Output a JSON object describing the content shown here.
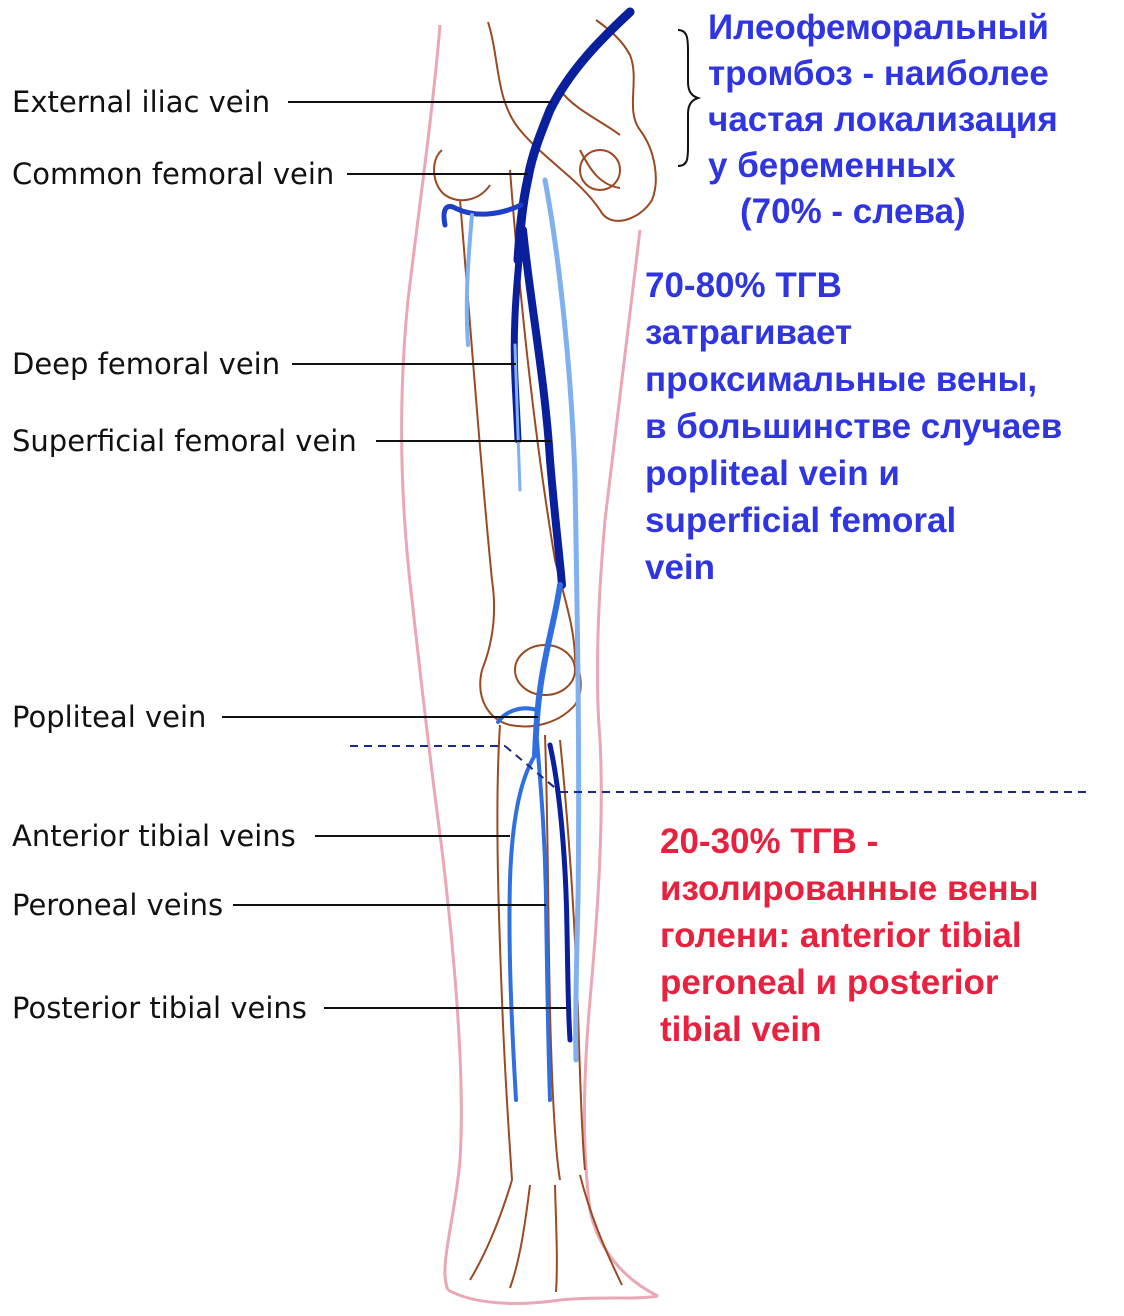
{
  "labels": {
    "external_iliac": "External iliac vein",
    "common_femoral": "Common femoral vein",
    "deep_femoral": "Deep femoral vein",
    "superficial_femoral": "Superficial femoral vein",
    "popliteal": "Popliteal vein",
    "anterior_tibial": "Anterior tibial veins",
    "peroneal": "Peroneal veins",
    "posterior_tibial": "Posterior tibial veins"
  },
  "notes": {
    "iliofemoral": {
      "lines": [
        "Илеофеморальный",
        "тромбоз - наиболее",
        "частая локализация",
        "у беременных",
        "(70% - слева)"
      ]
    },
    "proximal": {
      "lines": [
        "70-80% ТГВ",
        "затрагивает",
        "проксимальные вены,",
        "в большинстве случаев",
        "popliteal vein и",
        "superficial femoral",
        "vein"
      ]
    },
    "distal": {
      "lines": [
        "20-30% ТГВ -",
        "изолированные вены",
        "голени: anterior tibial",
        "peroneal и posterior",
        "tibial vein"
      ]
    }
  },
  "colors": {
    "blue_note": "#2f35e0",
    "red_note": "#e8213f",
    "deep_vein": "#0a1f9c",
    "mid_vein": "#2f6fe0",
    "superficial_vein": "#7fb0f0",
    "bone": "#9a4a22",
    "skin": "#eaa7b5",
    "pointer": "#111111",
    "dashed_line": "#1a2a8a"
  }
}
